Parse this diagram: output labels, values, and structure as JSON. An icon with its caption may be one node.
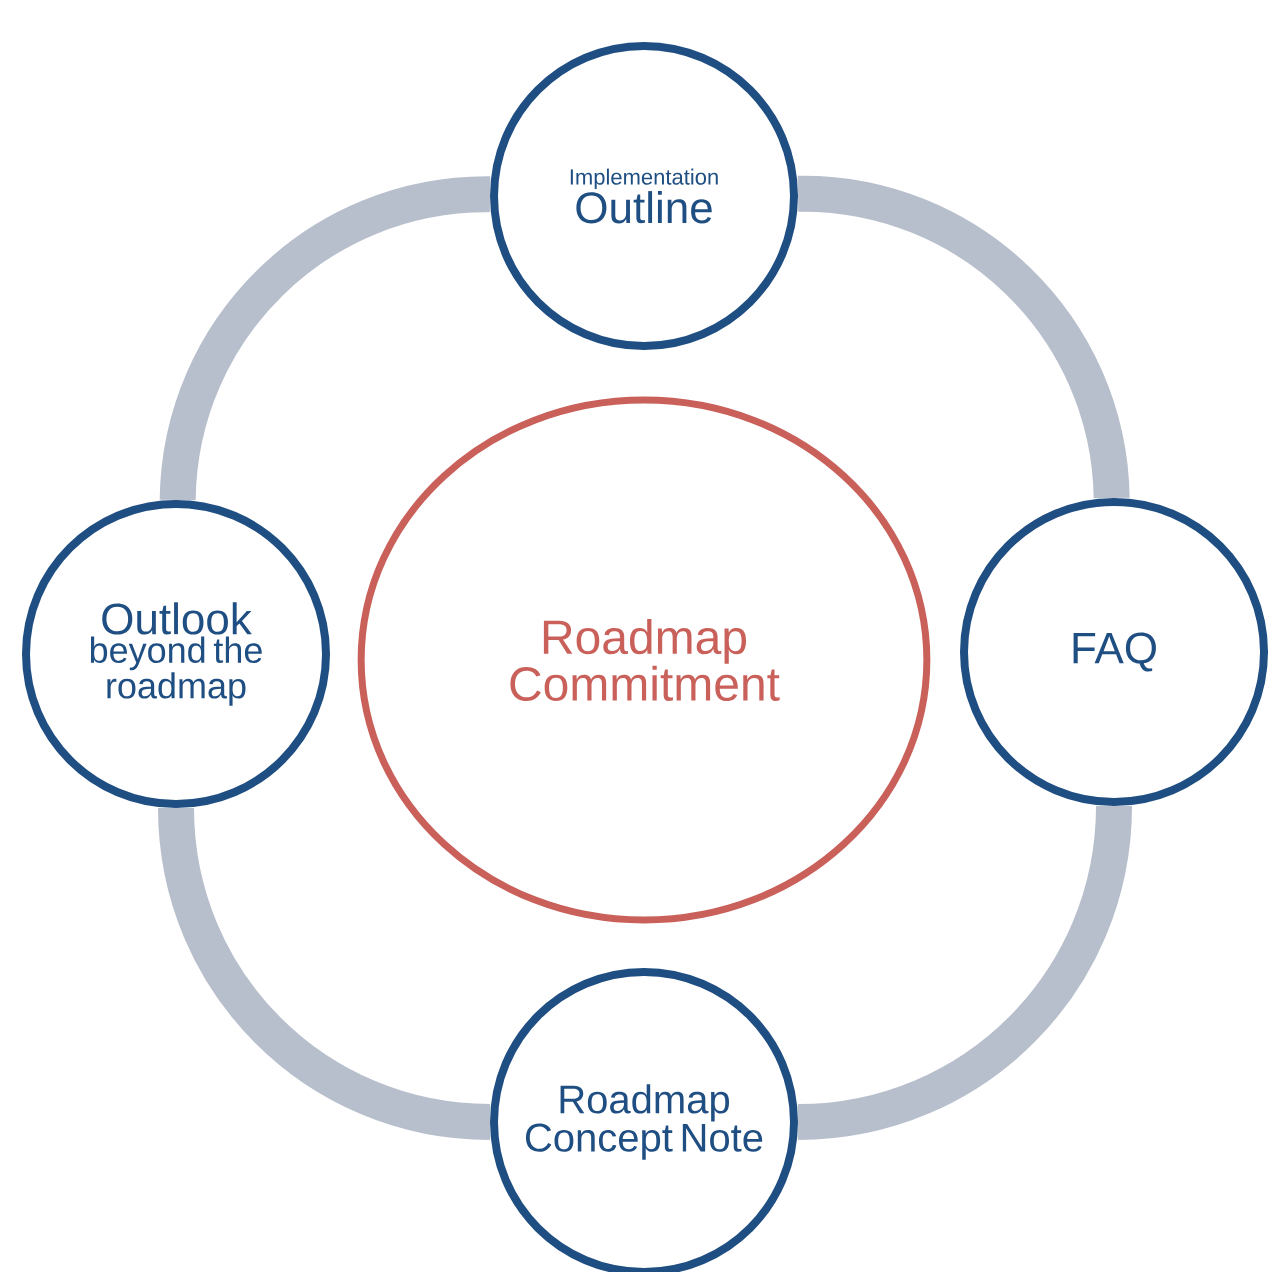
{
  "diagram": {
    "nodes": [
      {
        "text": [
          "Implementation",
          "Outline"
        ]
      },
      {
        "text": [
          "Outlook",
          "beyond the roadmap"
        ]
      },
      {
        "text": [
          "Roadmap Commitment"
        ]
      },
      {
        "text": [
          "FAQ"
        ]
      },
      {
        "text": [
          "Roadmap Concept Note"
        ]
      }
    ],
    "edges": [
      {
        "from": 0,
        "to": 3,
        "arrow": "none"
      },
      {
        "from": 3,
        "to": 4,
        "arrow": "none"
      },
      {
        "from": 4,
        "to": 1,
        "arrow": "none"
      },
      {
        "from": 1,
        "to": 0,
        "arrow": "none"
      }
    ]
  }
}
